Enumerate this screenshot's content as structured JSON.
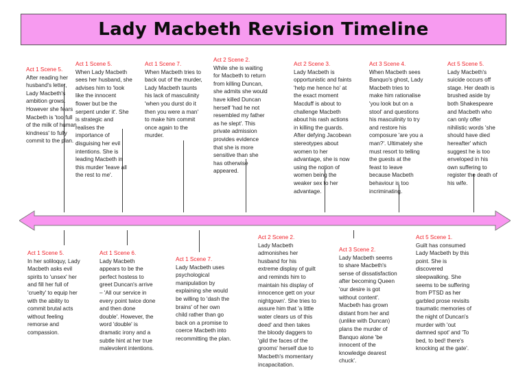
{
  "title": {
    "text": "Lady Macbeth Revision Timeline"
  },
  "colors": {
    "banner_fill": "#f79bf0",
    "banner_border": "#555555",
    "arrow_fill": "#f995f0",
    "arrow_border": "#7a7a7a",
    "heading_red": "#ee1c24",
    "body_black": "#1a1a1a",
    "connector": "#3a3a3a"
  },
  "timeline": {
    "direction_icon": "double-headed-arrow",
    "notes_above": [
      {
        "id": "above-1",
        "heading": "Act 1 Scene 5.",
        "body": "After reading her husband's letter, Lady Macbeth's ambition grows. However she fears Macbeth is 'too full of the milk of human kindness' to fully commit to the plan."
      },
      {
        "id": "above-2",
        "heading": "Act 1 Scene 5.",
        "body": "When Lady Macbeth sees her husband, she advises him to 'look like the innocent flower but be the serpent under it'. She is strategic and realises the importance of disguising her evil intentions. She is leading Macbeth in this murder 'leave all the rest to me'."
      },
      {
        "id": "above-3",
        "heading": "Act 1 Scene 7.",
        "body": "When Macbeth tries to back out of the murder, Lady Macbeth taunts his lack of masculinity 'when you durst do it then you were a man' to make him commit once again to the murder."
      },
      {
        "id": "above-4",
        "heading": "Act 2 Scene 2.",
        "body": "While she is waiting for Macbeth to return from killing Duncan, she admits she would have killed Duncan herself 'had he not resembled my father as he slept'. This private admission provides evidence that she is more sensitive than she has otherwise appeared."
      },
      {
        "id": "above-5",
        "heading": "Act 2 Scene 3.",
        "body": " Lady Macbeth is opportunistic and faints 'help me hence ho' at the exact moment Macduff is about to challenge Macbeth about his rash actions in killing the guards. After defying Jacobean stereotypes about women to her advantage, she is now using the notion of women being the weaker sex to her advantage."
      },
      {
        "id": "above-6",
        "heading": "Act 3 Scene 4.",
        "body": "When Macbeth sees Banquo's ghost, Lady Macbeth tries to make him rationalise 'you look but on a stool' and questions his masculinity to try and restore his composure 'are you a man?'. Ultimately she must resort to telling the guests at the feast to leave because Macbeth behaviour is too incriminating."
      },
      {
        "id": "above-7",
        "heading": "Act 5 Scene 5.",
        "body": "Lady Macbeth's suicide occurs off stage. Her death is brushed aside by both Shakespeare and Macbeth who can only offer nihilistic words 'she should have died hereafter' which suggest he is too enveloped in his own suffering to register the death of his wife."
      }
    ],
    "notes_below": [
      {
        "id": "below-1",
        "heading": "Act 1 Scene 5.",
        "body": "In her soliloquy, Lady Macbeth asks evil spirits to 'unsex' her and fill her full of 'cruelty' to equip her with the ability to commit brutal acts without feeling remorse and compassion."
      },
      {
        "id": "below-2",
        "heading": "Act 1 Scene 6.",
        "body": "Lady Macbeth appears to be the perfect hostess to greet Duncan's arrive – 'All our service in every point twice done and then done double'. However, the word 'double' is dramatic irony and a subtle hint at her true malevolent intentions."
      },
      {
        "id": "below-3",
        "heading": "Act 1 Scene 7.",
        "body": "Lady Macbeth uses psychological manipulation by explaining she would be willing to 'dash the brains' of her own child rather than go back on a promise to coerce Macbeth into recommitting the plan."
      },
      {
        "id": "below-4",
        "heading": "Act 2 Scene 2.",
        "body": "Lady Macbeth admonishes her husband for his extreme display of guilt and reminds him to maintain his display of innocence gett on your nightgown'. She tries to assure him that 'a little water clears us of this deed' and then takes the bloody daggers to 'gild the faces of the grooms' herself due to Macbeth's momentary incapacitation."
      },
      {
        "id": "below-5",
        "heading": "Act 3 Scene 2.",
        "body": "Lady Macbeth seems to share Macbeth's sense of dissatisfaction after becoming Queen 'our desire is got without content'. Macbeth has grown distant from her and (unlike with Duncan) plans the murder of Banquo alone 'be innocent of the knowledge dearest chuck'."
      },
      {
        "id": "below-6",
        "heading": "Act 5 Scene 1.",
        "body": "Guilt has consumed Lady Macbeth by this point. She is discovered sleepwalking. She seems to be suffering from PTSD as her garbled prose revisits traumatic memories of the night of Duncan's murder with 'out damned spot' and 'To bed, to bed! there's knocking at the gate'."
      }
    ]
  }
}
